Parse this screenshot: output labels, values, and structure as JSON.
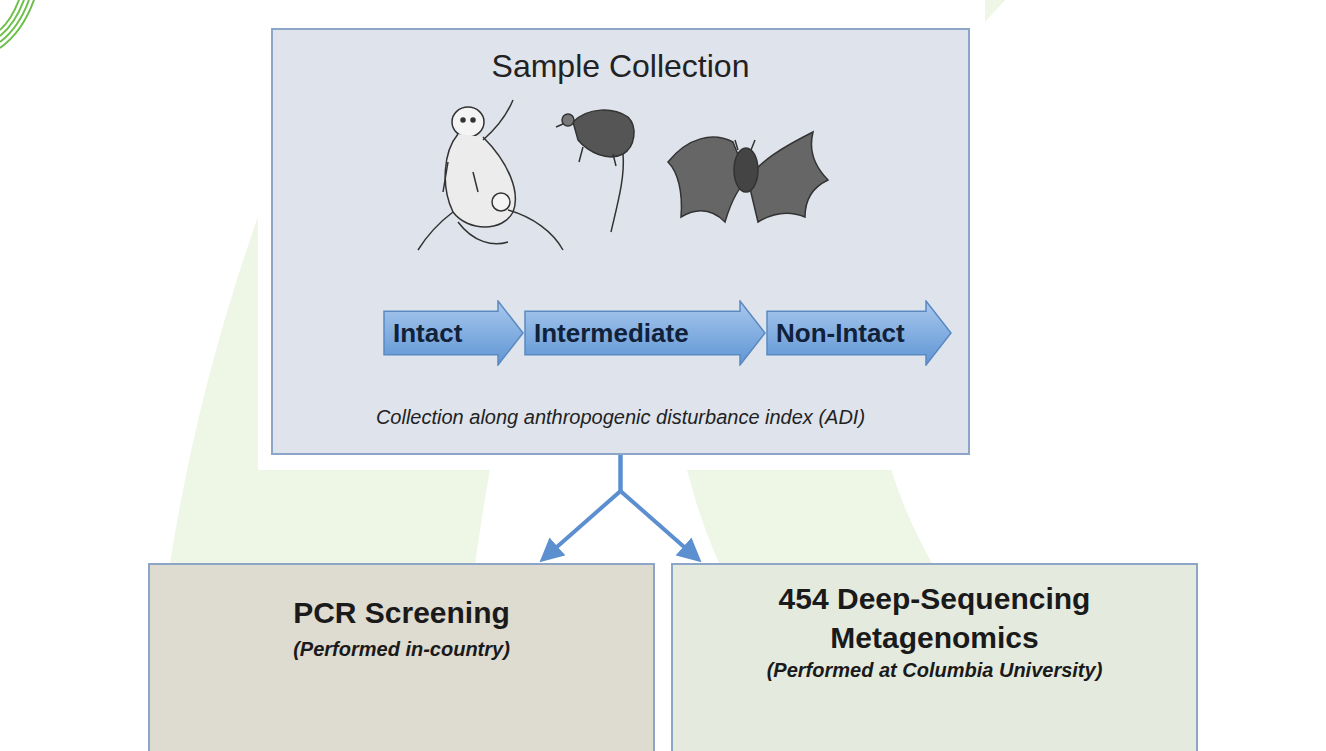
{
  "diagram": {
    "nodes": [
      {
        "text": [
          "Sample Collection",
          "Collection along anthropogenic disturbance index (ADI)"
        ]
      },
      {
        "text": [
          "Intact"
        ],
        "in": 0
      },
      {
        "text": [
          "Intermediate"
        ],
        "in": 0
      },
      {
        "text": [
          "Non-Intact"
        ],
        "in": 0
      },
      {
        "text": [
          "PCR Screening",
          "(Performed in-country)"
        ]
      },
      {
        "text": [
          "454 Deep-Sequencing Metagenomics",
          "(Performed at Columbia University)"
        ]
      }
    ],
    "edges": [
      {
        "from": 0,
        "to": 4,
        "arrow": "to"
      },
      {
        "from": 0,
        "to": 5,
        "arrow": "to"
      }
    ]
  }
}
